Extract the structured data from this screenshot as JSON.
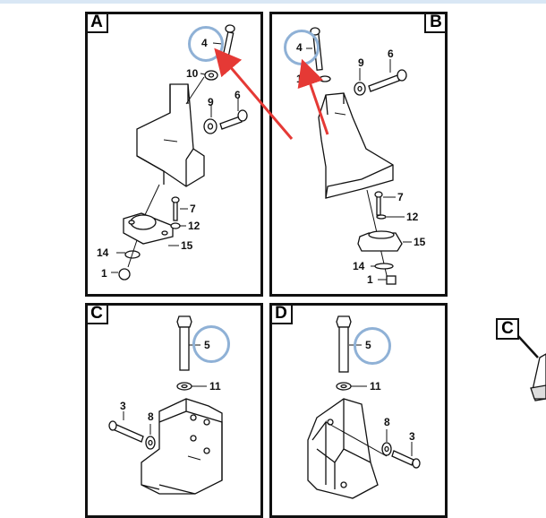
{
  "panels": {
    "A": {
      "letter": "A",
      "labels": {
        "p4": "4",
        "p10": "10",
        "p9": "9",
        "p6": "6",
        "p7": "7",
        "p12": "12",
        "p15": "15",
        "p14": "14",
        "p1": "1"
      }
    },
    "B": {
      "letter": "B",
      "labels": {
        "p4": "4",
        "p10": "10",
        "p9": "9",
        "p6": "6",
        "p7": "7",
        "p12": "12",
        "p15": "15",
        "p14": "14",
        "p1": "1"
      }
    },
    "C": {
      "letter": "C",
      "labels": {
        "p5": "5",
        "p11": "11",
        "p3": "3",
        "p8": "8"
      }
    },
    "D": {
      "letter": "D",
      "labels": {
        "p5": "5",
        "p11": "11",
        "p8": "8",
        "p3": "3"
      }
    }
  },
  "side_view": {
    "letter": "C"
  },
  "colors": {
    "highlight_circle": "#8fb1d6",
    "arrow": "#e53935",
    "line": "#111111",
    "top_bar": "#d9e7f5"
  }
}
